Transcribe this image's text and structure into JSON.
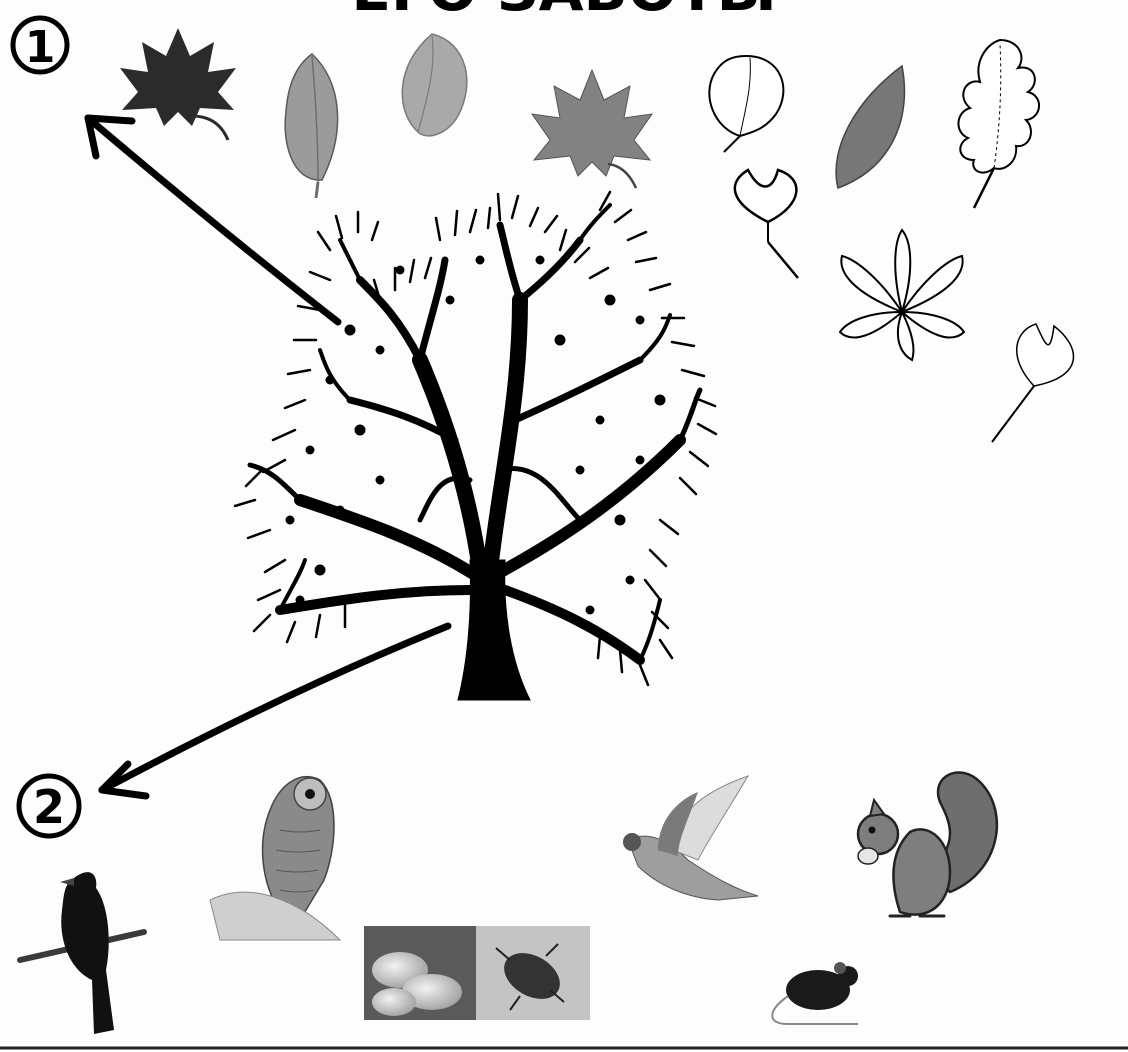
{
  "title": {
    "text": "ЕГО ЗАБОТЫ"
  },
  "markers": [
    {
      "label": "1"
    },
    {
      "label": "2"
    }
  ],
  "colors": {
    "ink": "#000000",
    "leaf_dark": "#2b2b2b",
    "leaf_mid": "#8c8c8c",
    "leaf_light": "#aaaaaa",
    "animal_gray": "#6e6e6e",
    "background": "#fdfdfd"
  },
  "icons": {
    "tree": "tree-silhouette-icon",
    "leaves": [
      "maple-leaf-icon",
      "elm-leaf-icon",
      "hornbeam-leaf-icon",
      "maple-leaf-icon",
      "linden-leaf-icon",
      "willow-leaf-icon",
      "oak-leaf-icon",
      "ginkgo-leaf-icon",
      "chestnut-leaf-icon",
      "ginkgo-leaf-icon"
    ],
    "animals": [
      "blackbird-icon",
      "owl-icon",
      "grub-photo",
      "beetle-photo",
      "pigeon-icon",
      "squirrel-icon",
      "mouse-icon"
    ]
  }
}
